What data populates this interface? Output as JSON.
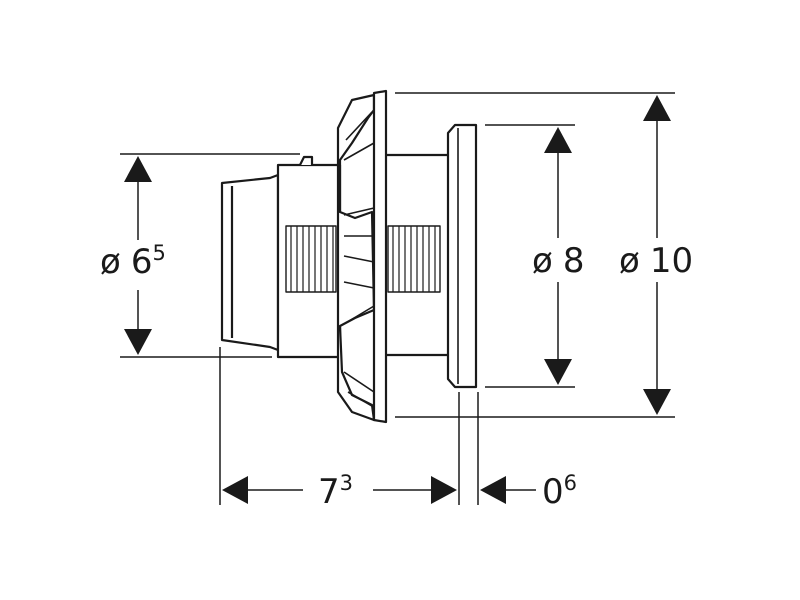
{
  "dimensions": {
    "outer_diameter": {
      "symbol": "ø",
      "value": "6",
      "superscript": "5"
    },
    "flange_diameter": {
      "symbol": "ø",
      "value": "8"
    },
    "overall_diameter": {
      "symbol": "ø",
      "value": "10"
    },
    "body_length": {
      "value": "7",
      "superscript": "3"
    },
    "flange_thickness": {
      "value": "0",
      "superscript": "6"
    }
  },
  "colors": {
    "line": "#1a1a1a",
    "background": "#ffffff"
  }
}
